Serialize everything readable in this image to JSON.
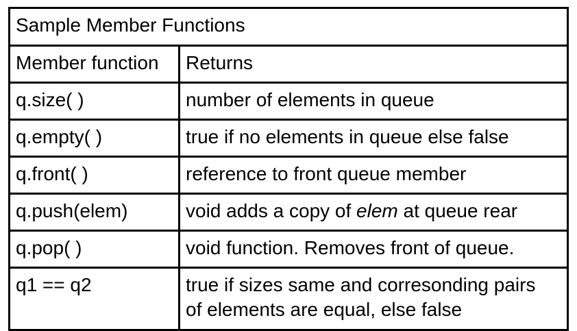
{
  "table": {
    "title": "Sample Member Functions",
    "headers": {
      "member_function": "Member function",
      "returns": "Returns"
    },
    "rows": [
      {
        "function": "q.size( )",
        "returns": "number of elements in queue"
      },
      {
        "function": "q.empty( )",
        "returns": "true if no elements in queue else false"
      },
      {
        "function": "q.front( )",
        "returns": "reference to front queue member"
      },
      {
        "function": "q.push(elem)",
        "returns_prefix": "void adds a copy of ",
        "returns_emphasis": "elem",
        "returns_suffix": " at queue rear"
      },
      {
        "function": "q.pop( )",
        "returns": "void function. Removes front of queue."
      },
      {
        "function": "q1 == q2",
        "returns_line1": "true if sizes same and corresonding pairs",
        "returns_line2": "of elements are equal, else false"
      }
    ]
  }
}
